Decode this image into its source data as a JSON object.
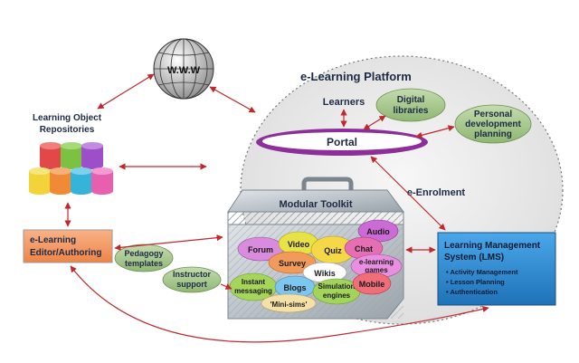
{
  "www": {
    "label": "W.W.W"
  },
  "platform": {
    "title": "e-Learning Platform"
  },
  "lor": {
    "title_line1": "Learning Object",
    "title_line2": "Repositories"
  },
  "learners": {
    "label": "Learners"
  },
  "portal": {
    "label": "Portal"
  },
  "digital_libraries": {
    "line1": "Digital",
    "line2": "libraries"
  },
  "personal_dev": {
    "line1": "Personal",
    "line2": "development",
    "line3": "planning"
  },
  "enrolment": {
    "label": "e-Enrolment"
  },
  "toolkit": {
    "title": "Modular Toolkit",
    "bubbles": {
      "forum": "Forum",
      "video": "Video",
      "quiz": "Quiz",
      "survey": "Survey",
      "audio": "Audio",
      "chat": "Chat",
      "elearning_games_1": "e-learning",
      "elearning_games_2": "games",
      "wikis": "Wikis",
      "instant_1": "Instant",
      "instant_2": "messaging",
      "blogs": "Blogs",
      "simulation_1": "Simulation",
      "simulation_2": "engines",
      "mobile": "Mobile",
      "minisims": "'Mini-sims'"
    }
  },
  "editor": {
    "line1": "e-Learning",
    "line2": "Editor/Authoring"
  },
  "pedagogy": {
    "line1": "Pedagogy",
    "line2": "templates"
  },
  "instructor": {
    "line1": "Instructor",
    "line2": "support"
  },
  "lms": {
    "title_line1": "Learning Management",
    "title_line2": "System (LMS)",
    "items": [
      "Activity Management",
      "Lesson Planning",
      "Authentication"
    ]
  },
  "colors": {
    "arrow": "#c0282d",
    "lms_fill": "#2f8fd6",
    "editor_fill": "#f49a63",
    "pill_fill": "#a9c98d",
    "portal_fill": "#c35ec8"
  }
}
